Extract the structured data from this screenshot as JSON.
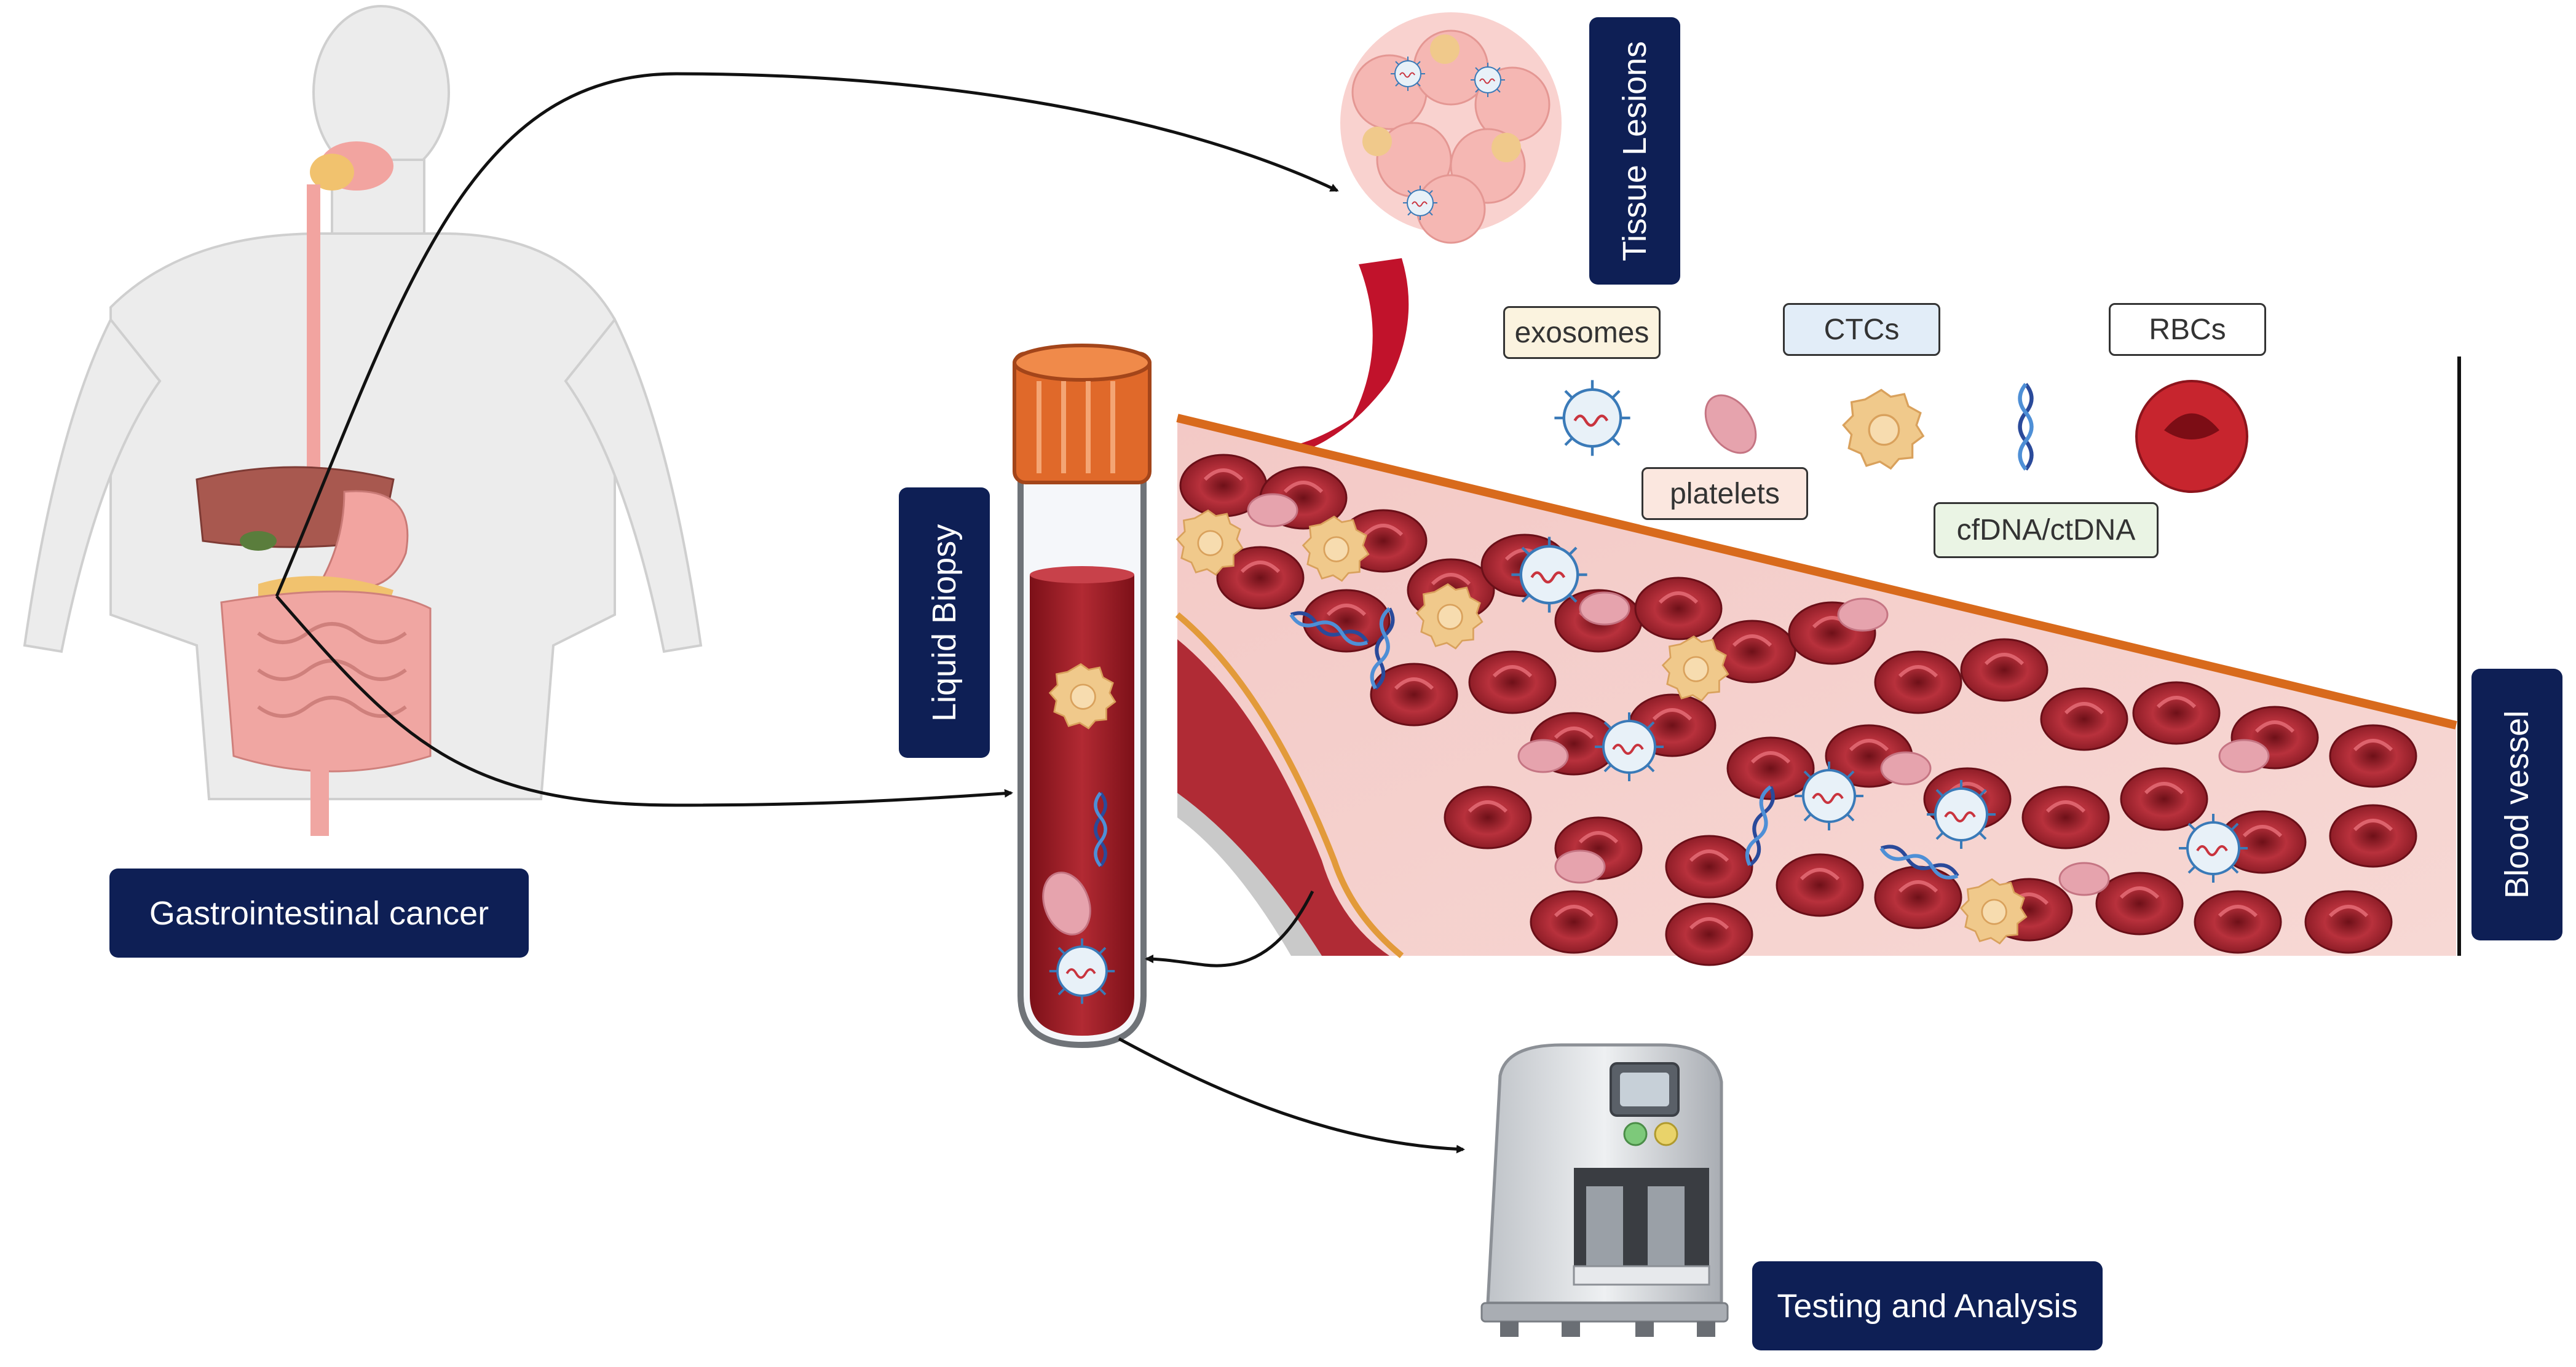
{
  "labels": {
    "gi_cancer": "Gastrointestinal cancer",
    "tissue_lesions": "Tissue Lesions",
    "liquid_biopsy": "Liquid Biopsy",
    "blood_vessel": "Blood vessel",
    "testing": "Testing and Analysis"
  },
  "legend": {
    "exosomes": "exosomes",
    "ctcs": "CTCs",
    "rbcs": "RBCs",
    "platelets": "platelets",
    "cfdna": "cfDNA/ctDNA"
  },
  "colors": {
    "navy": "#0e1f55",
    "blood": "#a8212c",
    "rbc": "#9e2430",
    "platelet": "#e6a3ad",
    "ctc": "#f0c98b",
    "cap": "#e0692a",
    "dna": "#2a4a9a",
    "exosome": "#3a7ab8"
  },
  "icons": [
    "human-body-icon",
    "tumor-icon",
    "blood-tube-icon",
    "analyzer-machine-icon",
    "exosome-icon",
    "platelet-icon",
    "ctc-icon",
    "dna-icon",
    "rbc-icon"
  ]
}
